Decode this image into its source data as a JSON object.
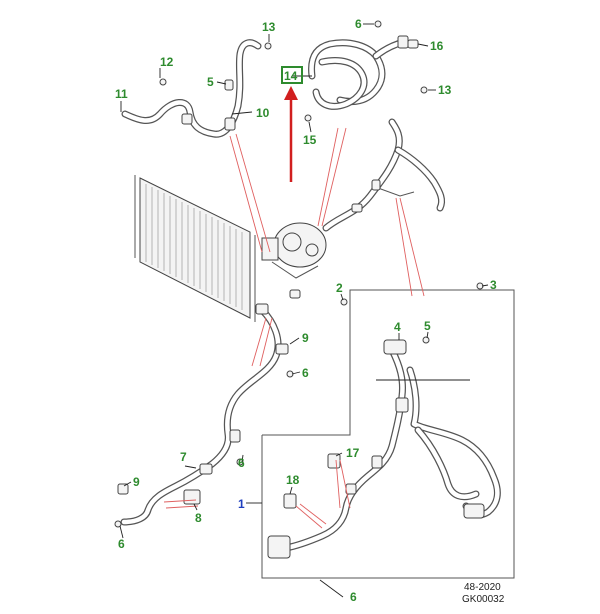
{
  "callouts": {
    "c1": "1",
    "c2": "2",
    "c3": "3",
    "c4": "4",
    "c5a": "5",
    "c5b": "5",
    "c6a": "6",
    "c6b": "6",
    "c6c": "6",
    "c6d": "6",
    "c6e": "6",
    "c7": "7",
    "c8": "8",
    "c9a": "9",
    "c9b": "9",
    "c10": "10",
    "c11": "11",
    "c12": "12",
    "c13a": "13",
    "c13b": "13",
    "c14": "14",
    "c15": "15",
    "c16": "16",
    "c17": "17",
    "c18": "18"
  },
  "reference": {
    "date_code": "48-2020",
    "figure_code": "GK00032"
  },
  "colors": {
    "callout_green": "#2e8b2e",
    "callout_blue": "#1f3fbf",
    "highlight_box": "#2e8b2e",
    "arrow_red": "#d11f1f"
  }
}
